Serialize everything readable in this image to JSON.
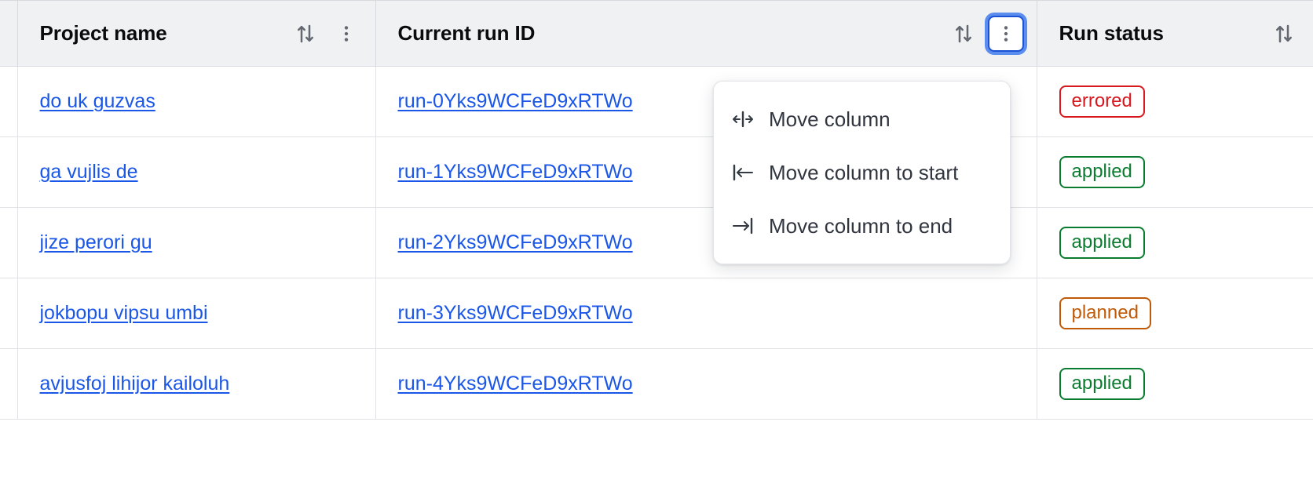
{
  "table": {
    "columns": [
      {
        "id": "project_name",
        "label": "Project name",
        "sort_icon": "sort-updown-icon",
        "has_menu": true,
        "menu_icon": "kebab-menu-icon",
        "menu_focused": false
      },
      {
        "id": "current_run_id",
        "label": "Current run ID",
        "sort_icon": "sort-updown-icon",
        "has_menu": true,
        "menu_icon": "kebab-menu-icon",
        "menu_focused": true
      },
      {
        "id": "run_status",
        "label": "Run status",
        "sort_icon": "sort-updown-icon",
        "has_menu": false,
        "menu_icon": "",
        "menu_focused": false
      }
    ],
    "rows": [
      {
        "project_name": "do uk guzvas",
        "current_run_id": "run-0Yks9WCFeD9xRTWo",
        "run_status": "errored",
        "status_kind": "errored"
      },
      {
        "project_name": "ga vujlis de",
        "current_run_id": "run-1Yks9WCFeD9xRTWo",
        "run_status": "applied",
        "status_kind": "applied"
      },
      {
        "project_name": "jize perori gu",
        "current_run_id": "run-2Yks9WCFeD9xRTWo",
        "run_status": "applied",
        "status_kind": "applied"
      },
      {
        "project_name": "jokbopu vipsu umbi",
        "current_run_id": "run-3Yks9WCFeD9xRTWo",
        "run_status": "planned",
        "status_kind": "planned"
      },
      {
        "project_name": "avjusfoj lihijor kailoluh",
        "current_run_id": "run-4Yks9WCFeD9xRTWo",
        "run_status": "applied",
        "status_kind": "applied"
      }
    ]
  },
  "column_menu": {
    "open_for_column": "Current run ID",
    "items": [
      {
        "label": "Move column",
        "icon": "move-column-icon"
      },
      {
        "label": "Move column to start",
        "icon": "move-to-start-icon"
      },
      {
        "label": "Move column to end",
        "icon": "move-to-end-icon"
      }
    ]
  },
  "colors": {
    "link": "#1a56e8",
    "header_bg": "#eff1f3",
    "focus_ring": "#5b8def",
    "status_errored": "#d6181f",
    "status_applied": "#0a7c2f",
    "status_planned": "#c05a08"
  }
}
